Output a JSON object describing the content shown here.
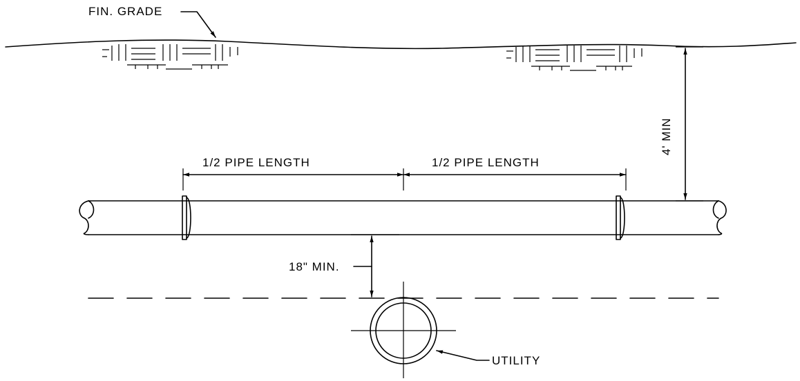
{
  "labels": {
    "fin_grade": "FIN. GRADE",
    "half_pipe_left": "1/2 PIPE LENGTH",
    "half_pipe_right": "1/2 PIPE LENGTH",
    "cover_min": "4' MIN",
    "clearance_min": "18\" MIN.",
    "utility": "UTILITY"
  }
}
